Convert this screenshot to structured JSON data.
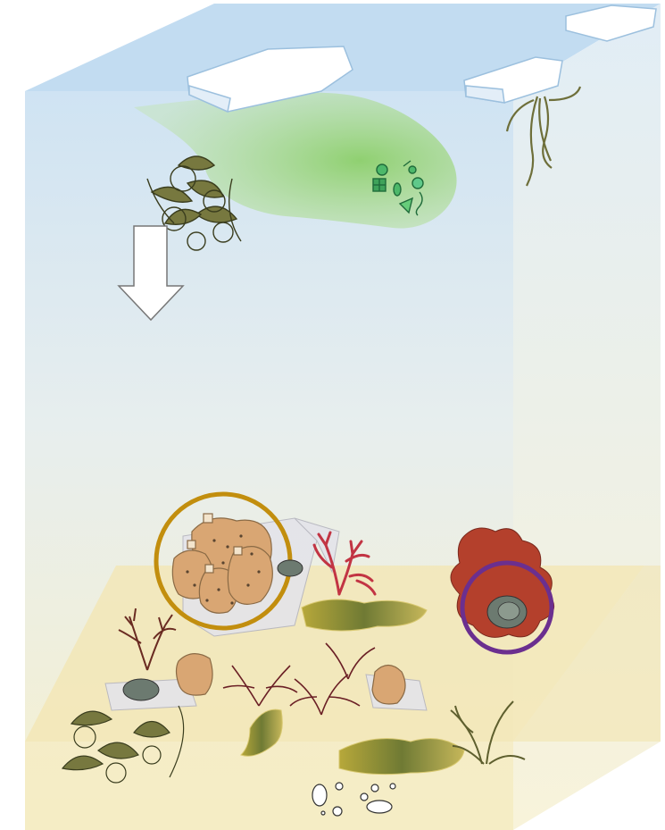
{
  "diagram": {
    "colors": {
      "water_top": "#cfe3f3",
      "water_bottom": "#f6f0cf",
      "seabed": "#f5ebc0",
      "ice": "#ffffff",
      "ice_edge": "#9cc0de",
      "bloom": "#8ccf6a",
      "seaweed": "#6e6f3a",
      "sponge": "#d9a673",
      "red_algae": "#b5323f",
      "coralline": "#7a2a2a",
      "red_crust": "#b4402c",
      "limpet": "#6c7a70",
      "gold_circle": "#c28e0e",
      "purple_circle": "#6b2f8f",
      "arrow_fill": "#ffffff"
    },
    "icons": [
      "sea-ice-floe",
      "phytoplankton-bloom",
      "drifting-seaweed",
      "sinking-arrow",
      "sponge-cluster",
      "red-algae",
      "coralline-algae",
      "encrusting-red-algae",
      "limpet",
      "diatom-mat",
      "bacteria"
    ]
  }
}
